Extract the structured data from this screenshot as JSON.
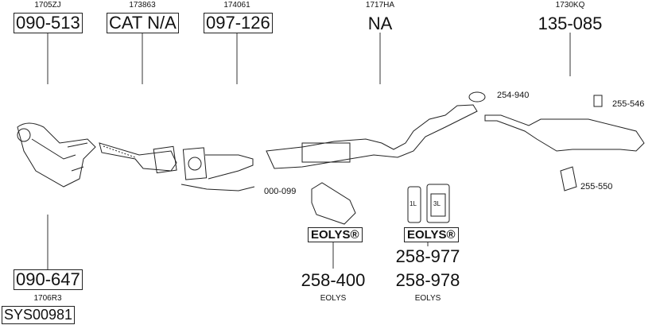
{
  "parts": [
    {
      "code": "1705ZJ",
      "number": "090-513"
    },
    {
      "code": "173863",
      "number": "CAT N/A"
    },
    {
      "code": "174061",
      "number": "097-126"
    },
    {
      "code": "1717HA",
      "number": "NA"
    },
    {
      "code": "1730KQ",
      "number": "135-085"
    },
    {
      "code": "1706R3",
      "number": "090-647"
    }
  ],
  "vehicle_id": "SYS00981",
  "small_parts": {
    "clamp": "254-940",
    "hanger_rear": "255-546",
    "hanger_bracket": "255-550",
    "sensor": "000-099"
  },
  "eolys_tank": {
    "brand": "EOLYS®",
    "number": "258-400",
    "caption": "EOLYS"
  },
  "eolys_fluid": {
    "brand": "EOLYS®",
    "number1": "258-977",
    "number2": "258-978",
    "caption": "EOLYS",
    "bottle_small": "1L",
    "bottle_large": "3L"
  }
}
